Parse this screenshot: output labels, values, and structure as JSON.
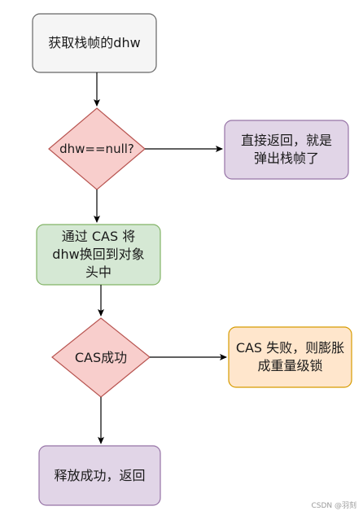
{
  "nodes": {
    "get_frame": "获取栈帧的dhw",
    "check_null": "dhw==null?",
    "return_pop": "直接返回，就是弹出栈帧了",
    "cas_swap": "通过 CAS 将 dhw换回到对象头中",
    "cas_success": "CAS成功",
    "cas_fail": "CAS 失败，则膨胀成重量级锁",
    "release": "释放成功，返回"
  },
  "watermark": "CSDN @羽刻",
  "colors": {
    "gray_fill": "#f5f5f5",
    "gray_stroke": "#666666",
    "red_fill": "#f8cecc",
    "red_stroke": "#b85450",
    "purple_fill": "#e1d5e7",
    "purple_stroke": "#9673a6",
    "green_fill": "#d5e8d4",
    "green_stroke": "#82b366",
    "yellow_fill": "#ffe6cc",
    "yellow_stroke": "#d79b00"
  }
}
